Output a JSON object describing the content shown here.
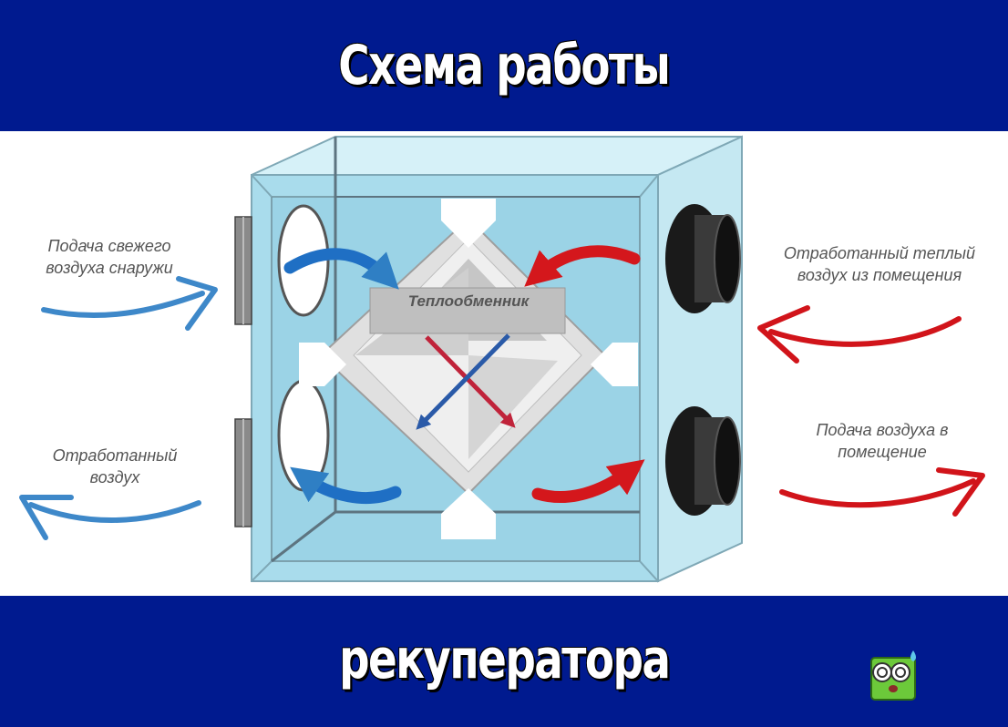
{
  "header": {
    "title": "Схема работы"
  },
  "footer": {
    "title": "рекуператора"
  },
  "diagram": {
    "exchanger_label": "Теплообменник",
    "labels": {
      "fresh_in": "Подача свежего воздуха снаружи",
      "exhaust_out": "Отработанный воздух",
      "warm_in": "Отработанный теплый воздух из помещения",
      "supply_room": "Подача воздуха в помещение"
    }
  },
  "colors": {
    "banner": "#001a8f",
    "fresh_air": "#2f7fc4",
    "warm_air": "#d4171c",
    "housing": "#b9e3f0"
  },
  "icons": {
    "mascot": "green-square-mascot-icon"
  }
}
